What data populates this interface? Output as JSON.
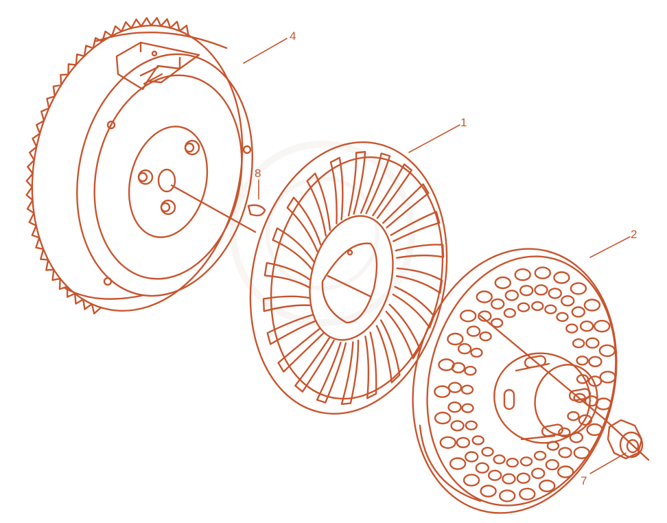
{
  "colors": {
    "line": "#c8552e",
    "fill": "#fbf4ef",
    "background": "#ffffff",
    "watermark": "#f1ece8"
  },
  "callouts": [
    {
      "id": "flywheel",
      "label": "4"
    },
    {
      "id": "fan",
      "label": "1"
    },
    {
      "id": "key",
      "label": "8"
    },
    {
      "id": "pulley",
      "label": "2"
    },
    {
      "id": "nut",
      "label": "7"
    }
  ]
}
